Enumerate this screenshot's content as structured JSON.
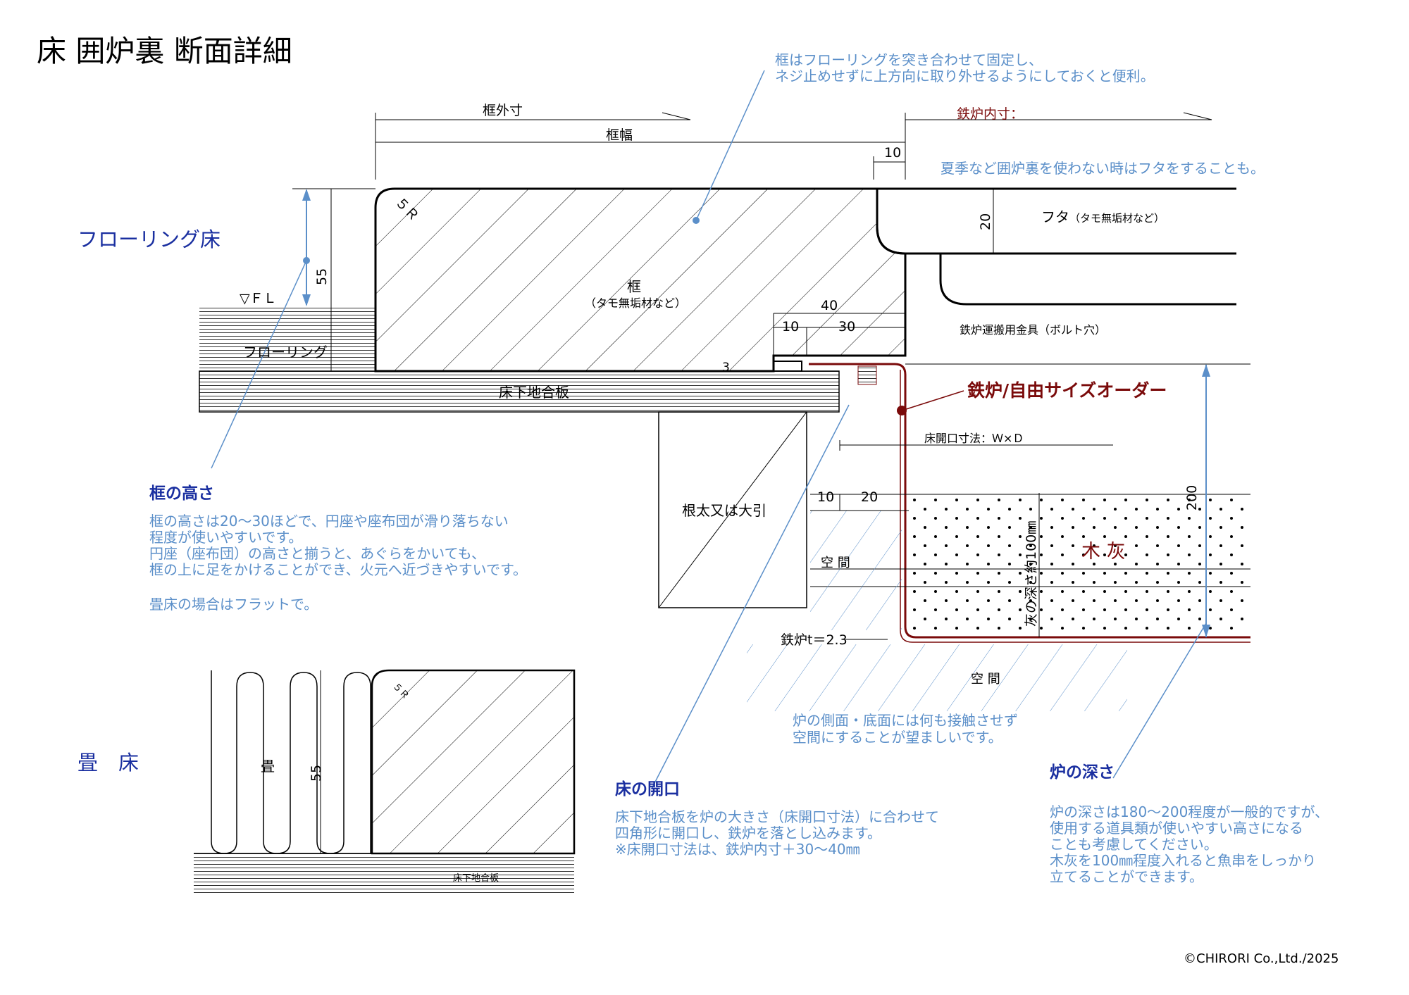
{
  "title": "床 囲炉裏 断面詳細",
  "labels": {
    "flooring_floor": "フローリング床",
    "tatami_floor": "畳　床",
    "fl_mark": "▽ＦＬ",
    "flooring": "フローリング",
    "subfloor": "床下地合板",
    "subfloor_small": "床下地合板",
    "frame": "框",
    "frame_sub": "（タモ無垢材など）",
    "lid": "フタ",
    "lid_sub": "（タモ無垢材など）",
    "joist": "根太又は大引",
    "space1": "空 間",
    "space2": "空 間",
    "ash": "木 灰",
    "ash_depth": "灰の深さ約100㎜",
    "hearth_thickness": "鉄炉t＝2.3",
    "tatami": "畳",
    "hardware": "鉄炉運搬用金具（ボルト穴）",
    "hearth_order": "鉄炉/自由サイズオーダー",
    "floor_opening_dim": "床開口寸法：Ｗ×Ｄ",
    "frame_outer": "框外寸",
    "frame_width": "框幅",
    "hearth_inner": "鉄炉内寸："
  },
  "dims": {
    "d10_top": "10",
    "d20_lid": "20",
    "d55": "55",
    "d5r": "５Ｒ",
    "d40": "40",
    "d10_a": "10",
    "d30": "30",
    "d3": "3",
    "d10_b": "10",
    "d20_b": "20",
    "d200": "200",
    "d55_tatami": "55",
    "d5r_tatami": "５Ｒ"
  },
  "notes": {
    "top_line1": "框はフローリングを突き合わせて固定し、",
    "top_line2": "ネジ止めせずに上方向に取り外せるようにしておくと便利。",
    "lid_note": "夏季など囲炉裏を使わない時はフタをすることも。",
    "frame_height_title": "框の高さ",
    "frame_height_l1": "框の高さは20～30ほどで、円座や座布団が滑り落ちない",
    "frame_height_l2": "程度が使いやすいです。",
    "frame_height_l3": "円座（座布団）の高さと揃うと、あぐらをかいても、",
    "frame_height_l4": "框の上に足をかけることができ、火元へ近づきやすいです。",
    "frame_height_l5": "畳床の場合はフラットで。",
    "side_l1": "炉の側面・底面には何も接触させず",
    "side_l2": "空間にすることが望ましいです。",
    "opening_title": "床の開口",
    "opening_l1": "床下地合板を炉の大きさ（床開口寸法）に合わせて",
    "opening_l2": "四角形に開口し、鉄炉を落とし込みます。",
    "opening_l3": "※床開口寸法は、鉄炉内寸＋30～40㎜",
    "depth_title": "炉の深さ",
    "depth_l1": "炉の深さは180～200程度が一般的ですが、",
    "depth_l2": "使用する道具類が使いやすい高さになる",
    "depth_l3": "ことも考慮してください。",
    "depth_l4": "木灰を100㎜程度入れると魚串をしっかり",
    "depth_l5": "立てることができます。"
  },
  "copyright": "©CHIRORI Co.,Ltd./2025",
  "colors": {
    "blue_note": "#5b8fc9",
    "navy_heading": "#1a2fa0",
    "dark_red": "#7a0a0a",
    "line": "#000000"
  }
}
